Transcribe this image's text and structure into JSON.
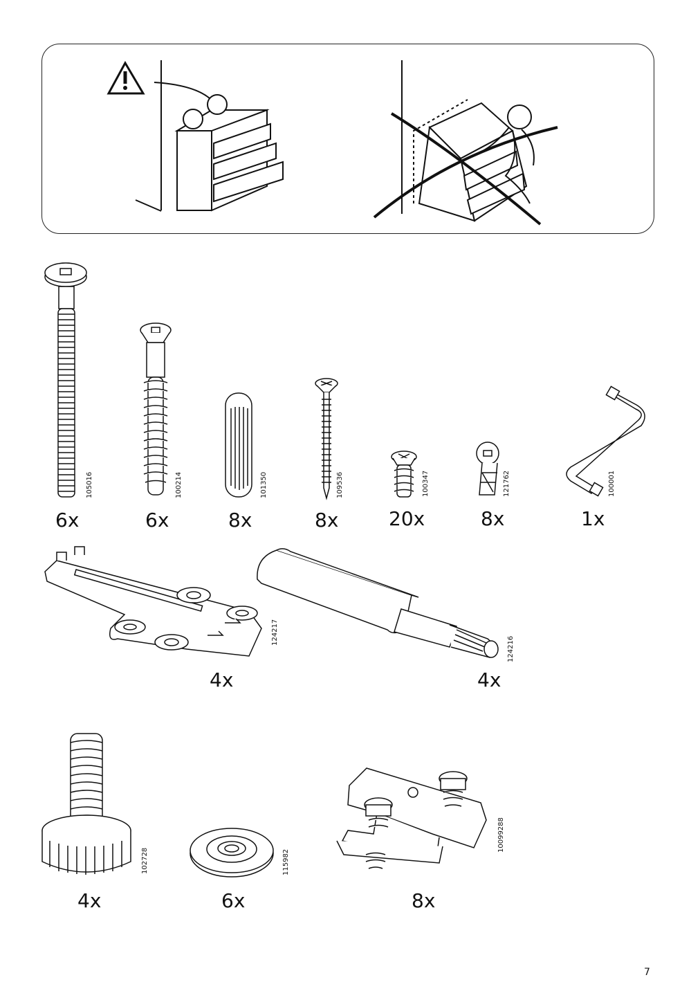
{
  "page": {
    "number": "7"
  },
  "warning": {
    "correct_icon": "drawer-unit-anchored-to-wall",
    "wrong_icon": "drawer-unit-tipping-over-crossed-out"
  },
  "parts": [
    {
      "id": "105016",
      "quantity": "6x",
      "icon": "long-connector-bolt"
    },
    {
      "id": "100214",
      "quantity": "6x",
      "icon": "cam-dowel-screw"
    },
    {
      "id": "101350",
      "quantity": "8x",
      "icon": "wooden-dowel"
    },
    {
      "id": "109536",
      "quantity": "8x",
      "icon": "wood-screw"
    },
    {
      "id": "100347",
      "quantity": "20x",
      "icon": "short-screw"
    },
    {
      "id": "121762",
      "quantity": "8x",
      "icon": "cam-lock"
    },
    {
      "id": "100001",
      "quantity": "1x",
      "icon": "allen-key"
    },
    {
      "id": "124217",
      "quantity": "4x",
      "icon": "mounting-plate"
    },
    {
      "id": "124216",
      "quantity": "4x",
      "icon": "push-opener"
    },
    {
      "id": "102728",
      "quantity": "4x",
      "icon": "adjustable-foot"
    },
    {
      "id": "115982",
      "quantity": "6x",
      "icon": "washer-disc"
    },
    {
      "id": "10099288",
      "quantity": "8x",
      "icon": "drawer-runner-clip"
    }
  ]
}
